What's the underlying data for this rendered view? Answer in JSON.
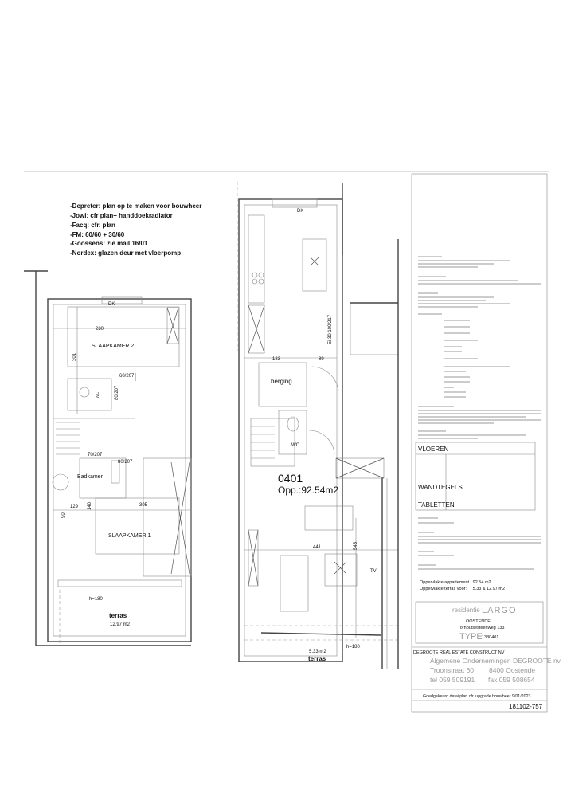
{
  "notes": [
    "-Depreter: plan op te maken voor bouwheer",
    "-Jowi: cfr plan+ handdoekradiator",
    "-Facq: cfr. plan",
    "-FM: 60/60 + 30/60",
    "-Goossens: zie mail 16/01",
    "-Nordex: glazen deur met vloerpomp"
  ],
  "plan_left": {
    "dk": "DK",
    "bedroom2": "SLAAPKAMER 2",
    "dim_280": "280",
    "dim_301": "301",
    "door_60_207": "60/207",
    "door_80_207": "80/207",
    "wc": "WC",
    "bathroom": "Badkamer",
    "door_70_207": "70/207",
    "door_80_207b": "80/207",
    "dim_305": "305",
    "dim_129": "129",
    "dim_90": "90",
    "dim_140": "140",
    "bedroom1": "SLAAPKAMER 1",
    "terrace": "terras",
    "terrace_area": "12.97 m2",
    "h180": "h=180"
  },
  "plan_middle": {
    "dk": "DK",
    "storage": "berging",
    "dim_183": "183",
    "dim_89": "89",
    "door_ei30": "Ei 30 100/217",
    "wc": "WC",
    "unit": "0401",
    "area": "Opp.:92.54m2",
    "dim_441": "441",
    "dim_545": "545",
    "tv": "TV",
    "terrace_area": "5.33 m2",
    "terrace": "terras",
    "h180": "h=180"
  },
  "legend": {
    "floors_title": "VLOEREN",
    "wall_tiles_title": "WANDTEGELS",
    "countertops_title": "TABLETTEN"
  },
  "title_block": {
    "area_apartment": "Oppervlakte appartement : 92.54 m2",
    "area_terrace": "Oppervlakte terras voor:     5.33 & 12.97 m2",
    "project_prefix": "residentie",
    "project_name": "LARGO",
    "city": "OOSTENDE",
    "street": "Torhoutsesteenweg 133",
    "type_label": "TYPE",
    "type_code": "1330401",
    "client": "DEGROOTE REAL ESTATE CONSTRUCT NV",
    "contractor": "Algemene Ondernemingen DEGROOTE nv",
    "address": "Troonstraat 60",
    "postal": "8400 Oostende",
    "tel": "tel 059 509191",
    "fax": "fax 059 508654",
    "approval": "Goedgekeurd detailplan cfr. upgrade bouwheer 9/01/2023",
    "drawing_number": "181102-757"
  }
}
